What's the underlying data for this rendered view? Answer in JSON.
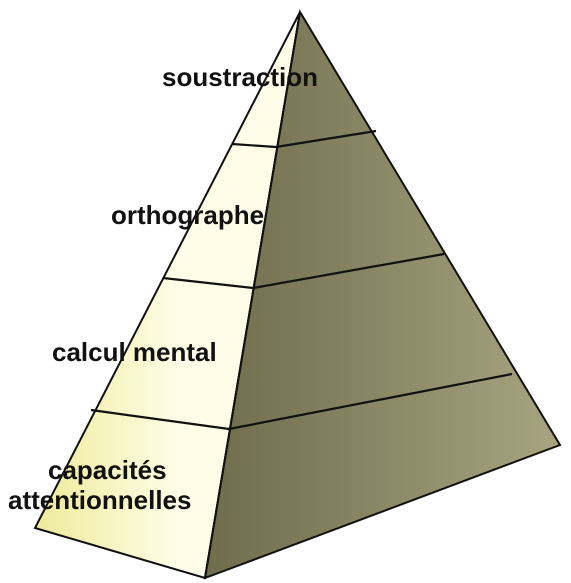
{
  "colors": {
    "left_face_light": "#fffde8",
    "left_face_dark": "#eeeb9a",
    "right_face_light": "#a8a480",
    "right_face_dark": "#6e6c4c",
    "edge": "#111111"
  },
  "levels": [
    {
      "lines": [
        "soustraction"
      ]
    },
    {
      "lines": [
        "orthographe"
      ]
    },
    {
      "lines": [
        "calcul mental"
      ]
    },
    {
      "lines": [
        "capacités",
        "attentionnelles"
      ]
    }
  ]
}
